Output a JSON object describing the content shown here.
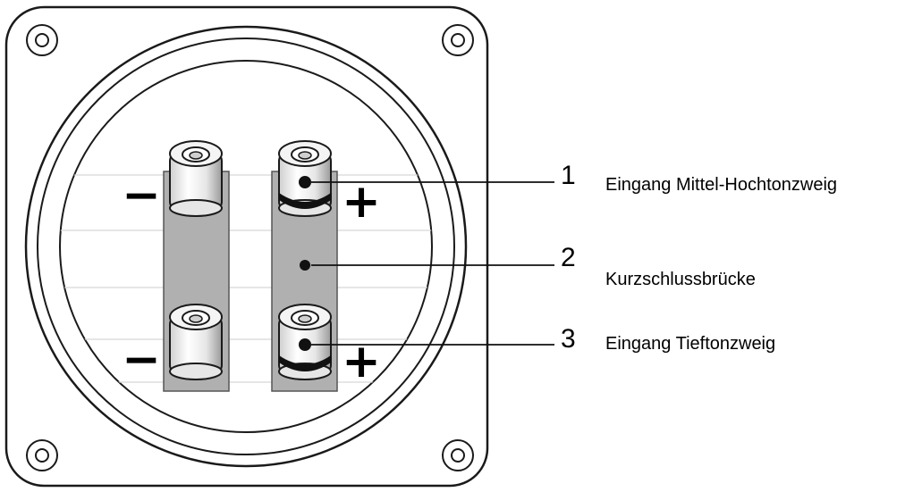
{
  "callouts": [
    {
      "number": "1",
      "label": "Eingang Mittel-Hochtonzweig"
    },
    {
      "number": "2",
      "label": "Kurzschlussbrücke"
    },
    {
      "number": "3",
      "label": "Eingang Tieftonzweig"
    }
  ],
  "polarity": {
    "negative": "−",
    "positive": "+"
  },
  "colors": {
    "plate": "#ffffff",
    "outline": "#1a1a1a",
    "bridge": "#b0b0b0",
    "background": "#ffffff"
  },
  "icons": [
    "mounting-screw-icon",
    "binding-post-icon",
    "short-circuit-bridge-icon"
  ]
}
